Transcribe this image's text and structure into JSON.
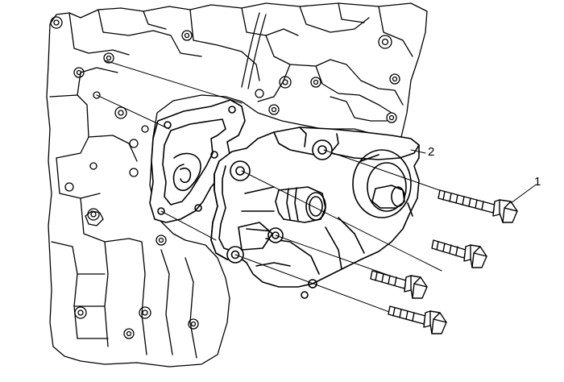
{
  "callouts": [
    {
      "id": "1",
      "label": "1"
    },
    {
      "id": "2",
      "label": "2"
    }
  ],
  "colors": {
    "line": "#000000",
    "background": "#ffffff",
    "fill": "#ffffff"
  }
}
